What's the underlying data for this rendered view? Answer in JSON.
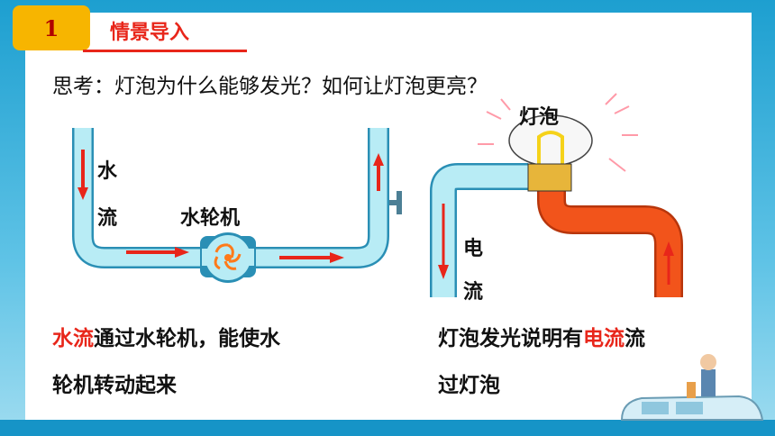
{
  "header": {
    "badge_number": "1",
    "title": "情景导入"
  },
  "question": "思考：灯泡为什么能够发光？如何让灯泡更亮？",
  "diagram_left": {
    "water_flow_label_1": "水",
    "water_flow_label_2": "流",
    "turbine_label": "水轮机"
  },
  "diagram_right": {
    "bulb_label": "灯泡",
    "current_label_1": "电",
    "current_label_2": "流"
  },
  "captions": {
    "left_prefix": "水流",
    "left_rest_line1": "通过水轮机，能使水",
    "left_line2": "轮机转动起来",
    "right_line1_a": "灯泡发光说明有",
    "right_line1_highlight": "电流",
    "right_line1_b": "流",
    "right_line2": "过灯泡"
  },
  "colors": {
    "accent_red": "#e8261a",
    "badge_yellow": "#f7b500",
    "pipe_blue": "#9fe0ee",
    "wire_orange": "#f2541b",
    "frame_blue": "#1d9fd0"
  }
}
